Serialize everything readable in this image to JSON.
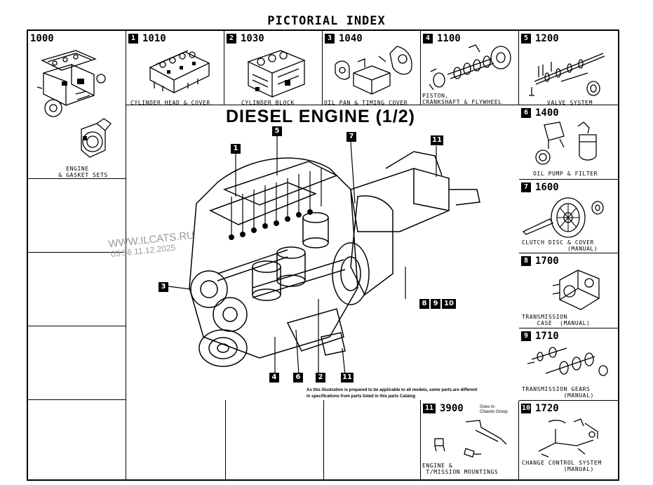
{
  "page_title": "PICTORIAL INDEX",
  "main_heading": "DIESEL ENGINE (1/2)",
  "watermark": {
    "site": "WWW.ILCATS.RU",
    "timestamp": "03:56 11.12.2025"
  },
  "note_lines": [
    "As this illustration is prepared to be applicable to all models, some parts are different",
    "in specifications from parts listed in this parts Catalog"
  ],
  "sections": {
    "s1000": {
      "code": "1000",
      "caption": "   ENGINE\n & GASKET SETS"
    },
    "s1010": {
      "badge": "1",
      "code": "1010",
      "caption": "CYLINDER HEAD & COVER"
    },
    "s1030": {
      "badge": "2",
      "code": "1030",
      "caption": "CYLINDER BLOCK"
    },
    "s1040": {
      "badge": "3",
      "code": "1040",
      "caption": "OIL PAN & TIMING COVER"
    },
    "s1100": {
      "badge": "4",
      "code": "1100",
      "caption": "PISTON,\nCRANKSHAFT & FLYWHEEL"
    },
    "s1200": {
      "badge": "5",
      "code": "1200",
      "caption": "VALVE SYSTEM"
    },
    "s1400": {
      "badge": "6",
      "code": "1400",
      "caption": "OIL PUMP & FILTER"
    },
    "s1600": {
      "badge": "7",
      "code": "1600",
      "caption": "CLUTCH DISC & COVER\n            (MANUAL)"
    },
    "s1700": {
      "badge": "8",
      "code": "1700",
      "caption": "TRANSMISSION\n    CASE  (MANUAL)"
    },
    "s1710": {
      "badge": "9",
      "code": "1710",
      "caption": "TRANSMISSION GEARS\n           (MANUAL)"
    },
    "s3900": {
      "badge": "11",
      "code": "3900",
      "caption": "ENGINE &\n T/MISSION MOUNTINGS",
      "note": "Goes to\nChassis Group"
    },
    "s1720": {
      "badge": "10",
      "code": "1720",
      "caption": "CHANGE CONTROL SYSTEM\n           (MANUAL)"
    }
  },
  "callouts": {
    "c1": "1",
    "c5": "5",
    "c7": "7",
    "c11": "11",
    "c3": "3",
    "c8": "8",
    "c9": "9",
    "c10": "10",
    "c4": "4",
    "c6": "6",
    "c2": "2",
    "c11b": "11"
  }
}
